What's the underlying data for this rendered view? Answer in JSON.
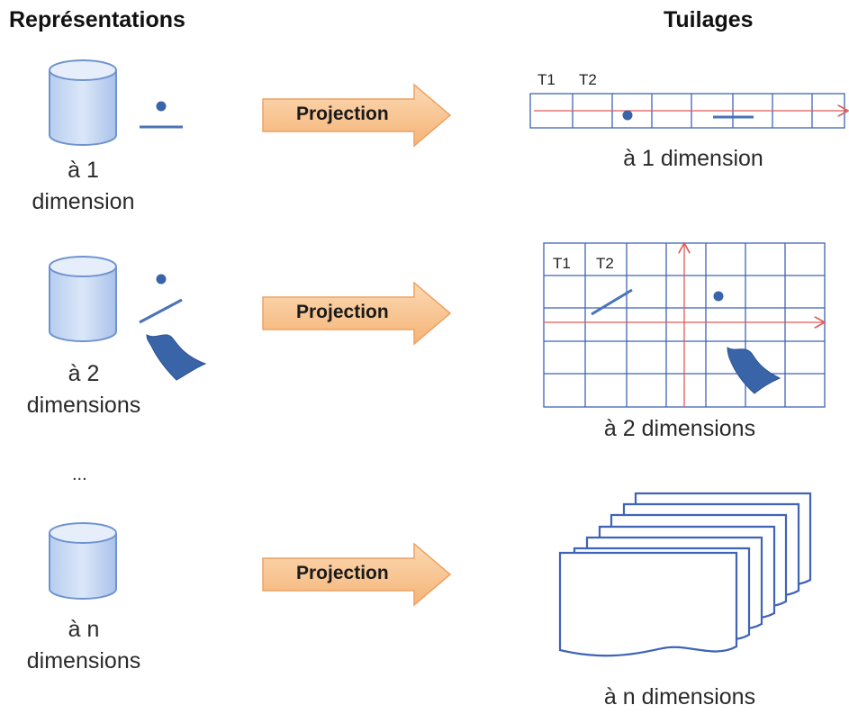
{
  "headers": {
    "left": "Représentations",
    "right": "Tuilages"
  },
  "rows": [
    {
      "representation_lines": [
        "à 1",
        "dimension"
      ],
      "arrow_label": "Projection",
      "tiling_caption": "à 1 dimension",
      "tile_labels": [
        "T1",
        "T2"
      ]
    },
    {
      "representation_lines": [
        "à 2",
        "dimensions"
      ],
      "arrow_label": "Projection",
      "tiling_caption": "à 2 dimensions",
      "tile_labels": [
        "T1",
        "T2"
      ]
    },
    {
      "representation_lines": [
        "à n",
        "dimensions"
      ],
      "arrow_label": "Projection",
      "tiling_caption": "à n dimensions"
    }
  ],
  "ellipsis": "...",
  "colors": {
    "cylinder_fill": "#c8d9f4",
    "cylinder_stroke": "#5f86c6",
    "arrow_fill": "#f7c08a",
    "arrow_stroke": "#e8a060",
    "grid_stroke": "#3f63b5",
    "axis_stroke": "#e05a5a",
    "shape_fill": "#3a64a8"
  }
}
